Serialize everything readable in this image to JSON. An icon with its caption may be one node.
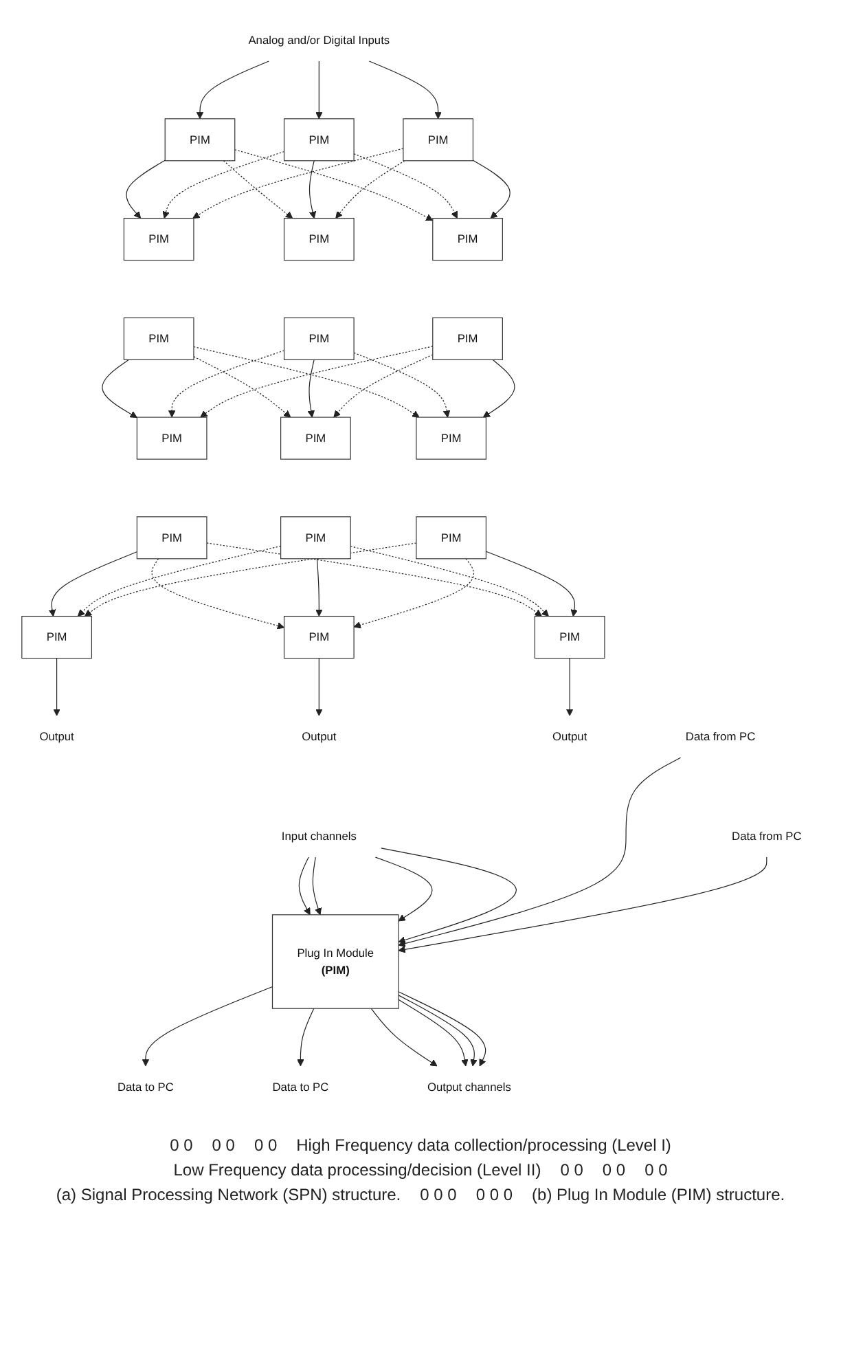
{
  "diagram": {
    "nodes": [
      {
        "text": [
          "Analog and/or Digital Inputs"
        ]
      },
      {
        "text": [
          "PIM"
        ]
      },
      {
        "text": [
          "PIM"
        ]
      },
      {
        "text": [
          "PIM"
        ]
      },
      {
        "text": [
          "PIM"
        ]
      },
      {
        "text": [
          "PIM"
        ]
      },
      {
        "text": [
          "PIM"
        ]
      },
      {
        "text": [
          "PIM"
        ]
      },
      {
        "text": [
          "PIM"
        ]
      },
      {
        "text": [
          "PIM"
        ]
      },
      {
        "text": [
          "PIM"
        ]
      },
      {
        "text": [
          "PIM"
        ]
      },
      {
        "text": [
          "PIM"
        ]
      },
      {
        "text": [
          "PIM"
        ]
      },
      {
        "text": [
          "PIM"
        ]
      },
      {
        "text": [
          "PIM"
        ]
      },
      {
        "text": [
          "PIM"
        ]
      },
      {
        "text": [
          "PIM"
        ]
      },
      {
        "text": [
          "PIM"
        ]
      },
      {
        "text": [
          "Output"
        ]
      },
      {
        "text": [
          "Output"
        ]
      },
      {
        "text": [
          "Output"
        ]
      },
      {
        "text": [
          "Input channels"
        ]
      },
      {
        "text": [
          "Data from PC"
        ]
      },
      {
        "text": [
          "Data from PC"
        ]
      },
      {
        "text": [
          "Plug In Module",
          "(PIM)"
        ]
      },
      {
        "text": [
          "Data to PC"
        ]
      },
      {
        "text": [
          "Data to PC"
        ]
      },
      {
        "text": [
          "Output channels"
        ]
      }
    ],
    "edges": [
      {
        "from": 0,
        "to": 1,
        "arrow": "to"
      },
      {
        "from": 0,
        "to": 2,
        "arrow": "to"
      },
      {
        "from": 0,
        "to": 3,
        "arrow": "to"
      },
      {
        "from": 1,
        "to": 4,
        "arrow": "to"
      },
      {
        "from": 1,
        "to": 5,
        "arrow": "to",
        "style": "dashed"
      },
      {
        "from": 1,
        "to": 6,
        "arrow": "to",
        "style": "dashed"
      },
      {
        "from": 2,
        "to": 4,
        "arrow": "to",
        "style": "dashed"
      },
      {
        "from": 2,
        "to": 5,
        "arrow": "to"
      },
      {
        "from": 2,
        "to": 6,
        "arrow": "to",
        "style": "dashed"
      },
      {
        "from": 3,
        "to": 4,
        "arrow": "to",
        "style": "dashed"
      },
      {
        "from": 3,
        "to": 5,
        "arrow": "to",
        "style": "dashed"
      },
      {
        "from": 3,
        "to": 6,
        "arrow": "to"
      },
      {
        "from": 7,
        "to": 10,
        "arrow": "to"
      },
      {
        "from": 7,
        "to": 11,
        "arrow": "to",
        "style": "dashed"
      },
      {
        "from": 7,
        "to": 12,
        "arrow": "to",
        "style": "dashed"
      },
      {
        "from": 8,
        "to": 10,
        "arrow": "to",
        "style": "dashed"
      },
      {
        "from": 8,
        "to": 11,
        "arrow": "to"
      },
      {
        "from": 8,
        "to": 12,
        "arrow": "to",
        "style": "dashed"
      },
      {
        "from": 9,
        "to": 10,
        "arrow": "to",
        "style": "dashed"
      },
      {
        "from": 9,
        "to": 11,
        "arrow": "to",
        "style": "dashed"
      },
      {
        "from": 9,
        "to": 12,
        "arrow": "to"
      },
      {
        "from": 13,
        "to": 16,
        "arrow": "to"
      },
      {
        "from": 13,
        "to": 17,
        "arrow": "to",
        "style": "dashed"
      },
      {
        "from": 13,
        "to": 18,
        "arrow": "to",
        "style": "dashed"
      },
      {
        "from": 14,
        "to": 16,
        "arrow": "to",
        "style": "dashed"
      },
      {
        "from": 14,
        "to": 17,
        "arrow": "to"
      },
      {
        "from": 14,
        "to": 18,
        "arrow": "to",
        "style": "dashed"
      },
      {
        "from": 15,
        "to": 16,
        "arrow": "to",
        "style": "dashed"
      },
      {
        "from": 15,
        "to": 17,
        "arrow": "to",
        "style": "dashed"
      },
      {
        "from": 15,
        "to": 18,
        "arrow": "to"
      },
      {
        "from": 16,
        "to": 19,
        "arrow": "to"
      },
      {
        "from": 17,
        "to": 20,
        "arrow": "to"
      },
      {
        "from": 18,
        "to": 21,
        "arrow": "to"
      },
      {
        "from": 22,
        "to": 25,
        "arrow": "to"
      },
      {
        "from": 22,
        "to": 25,
        "arrow": "to"
      },
      {
        "from": 22,
        "to": 25,
        "arrow": "to"
      },
      {
        "from": 22,
        "to": 25,
        "arrow": "to"
      },
      {
        "from": 23,
        "to": 25,
        "arrow": "to"
      },
      {
        "from": 24,
        "to": 25,
        "arrow": "to"
      },
      {
        "from": 25,
        "to": 26,
        "arrow": "to"
      },
      {
        "from": 25,
        "to": 27,
        "arrow": "to"
      },
      {
        "from": 25,
        "to": 28,
        "arrow": "to"
      },
      {
        "from": 25,
        "to": 28,
        "arrow": "to"
      },
      {
        "from": 25,
        "to": 28,
        "arrow": "to"
      },
      {
        "from": 25,
        "to": 28,
        "arrow": "to"
      }
    ],
    "labels": [
      "0 0",
      "0 0",
      "0 0",
      "High Frequency data collection/processing (Level I)",
      "Low Frequency data processing/decision (Level II)",
      "0 0",
      "0 0",
      "0 0",
      "(a) Signal Processing Network (SPN) structure.",
      "0 0 0",
      "0 0 0",
      "(b) Plug In Module (PIM) structure."
    ]
  }
}
